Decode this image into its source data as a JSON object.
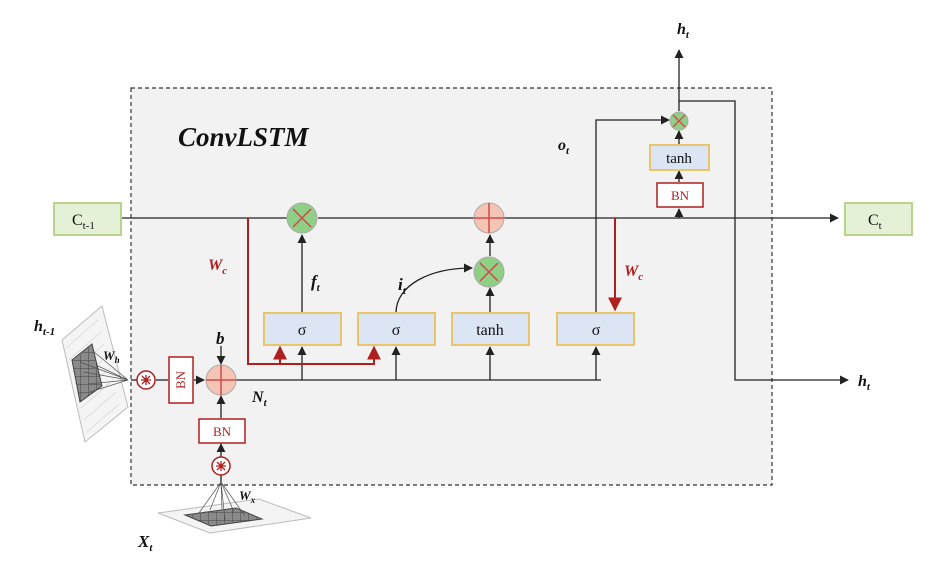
{
  "diagram": {
    "title": "ConvLSTM",
    "inputs": {
      "cell_prev": {
        "main": "C",
        "sub": "t-1"
      },
      "hidden_prev": {
        "main": "h",
        "sub": "t-1"
      },
      "input": {
        "main": "X",
        "sub": "t"
      }
    },
    "outputs": {
      "cell_out": {
        "main": "C",
        "sub": "t"
      },
      "hidden_top": {
        "main": "h",
        "sub": "t"
      },
      "hidden_right": {
        "main": "h",
        "sub": "t"
      }
    },
    "gates": {
      "sigma_forget": "σ",
      "sigma_input": "σ",
      "tanh_candidate": "tanh",
      "sigma_output": "σ",
      "tanh_output": "tanh"
    },
    "batchnorm": {
      "bn_hidden": "BN",
      "bn_input": "BN",
      "bn_output": "BN"
    },
    "labels": {
      "wh": {
        "main": "W",
        "sub": "h"
      },
      "wx": {
        "main": "W",
        "sub": "x"
      },
      "b": "b",
      "nt": {
        "main": "N",
        "sub": "t"
      },
      "ft": {
        "main": "f",
        "sub": "t"
      },
      "it": {
        "main": "i",
        "sub": "t"
      },
      "ot": {
        "main": "o",
        "sub": "t"
      },
      "wc_left": {
        "main": "W",
        "sub": "c"
      },
      "wc_right": {
        "main": "W",
        "sub": "c"
      }
    },
    "colors": {
      "box_fill": "#dbe5f4",
      "box_border": "#e8c46a",
      "cell_fill": "#e4f1d6",
      "cell_border": "#b9d38a",
      "mult_fill": "#8fcf86",
      "add_fill": "#f4c4b4",
      "peephole_red": "#b01f1f",
      "container_fill": "#f2f2f2"
    }
  }
}
